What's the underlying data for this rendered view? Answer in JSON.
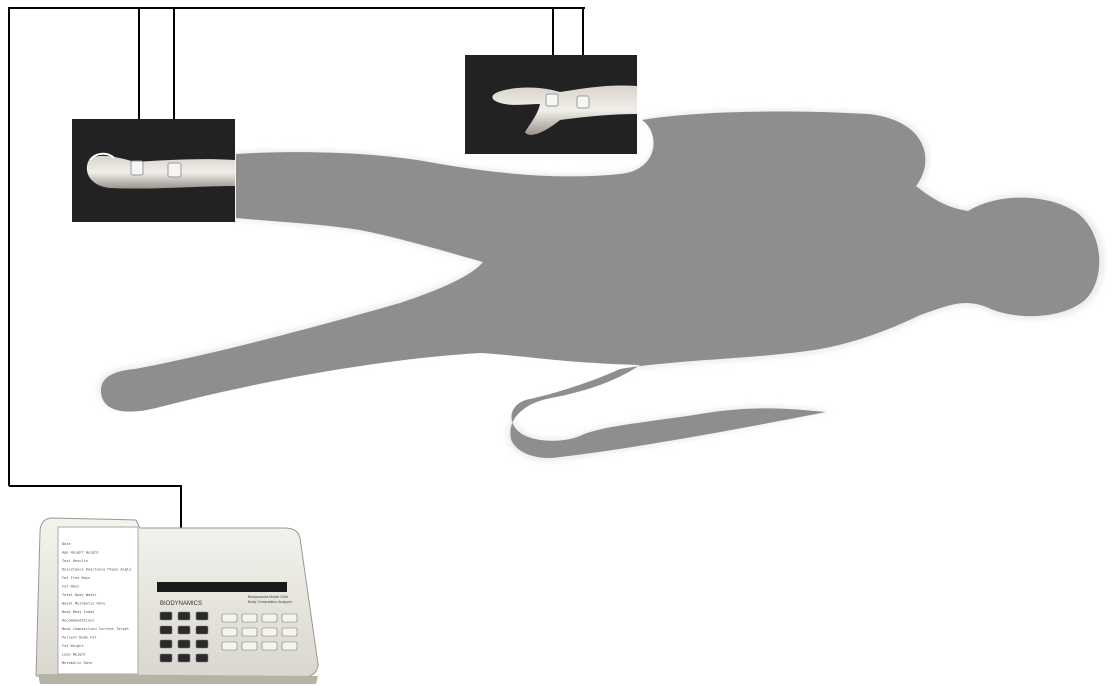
{
  "device": {
    "brand": "BIODYNAMICS",
    "model_line1": "Biodynamics Model 310e",
    "model_line2": "Body Composition Analyzer"
  },
  "printout": {
    "lines": [
      "Date",
      "Age  Height  Weight",
      "Test Results",
      "Resistance  Reactance  Phase Angle",
      "Fat Free Mass",
      "Fat Mass",
      "Total Body Water",
      "Basal Metabolic Rate",
      "Body Mass Index",
      "Recommendations",
      "Body Composition  Current  Target",
      "Percent Body Fat",
      "Fat Weight",
      "Lean Weight",
      "Metabolic Rate"
    ]
  },
  "colors": {
    "silhouette": "#8e8e8e",
    "halo": "#ececec",
    "photo_bg": "#222222",
    "wire": "#000000",
    "device_body": "#e9e7de"
  }
}
